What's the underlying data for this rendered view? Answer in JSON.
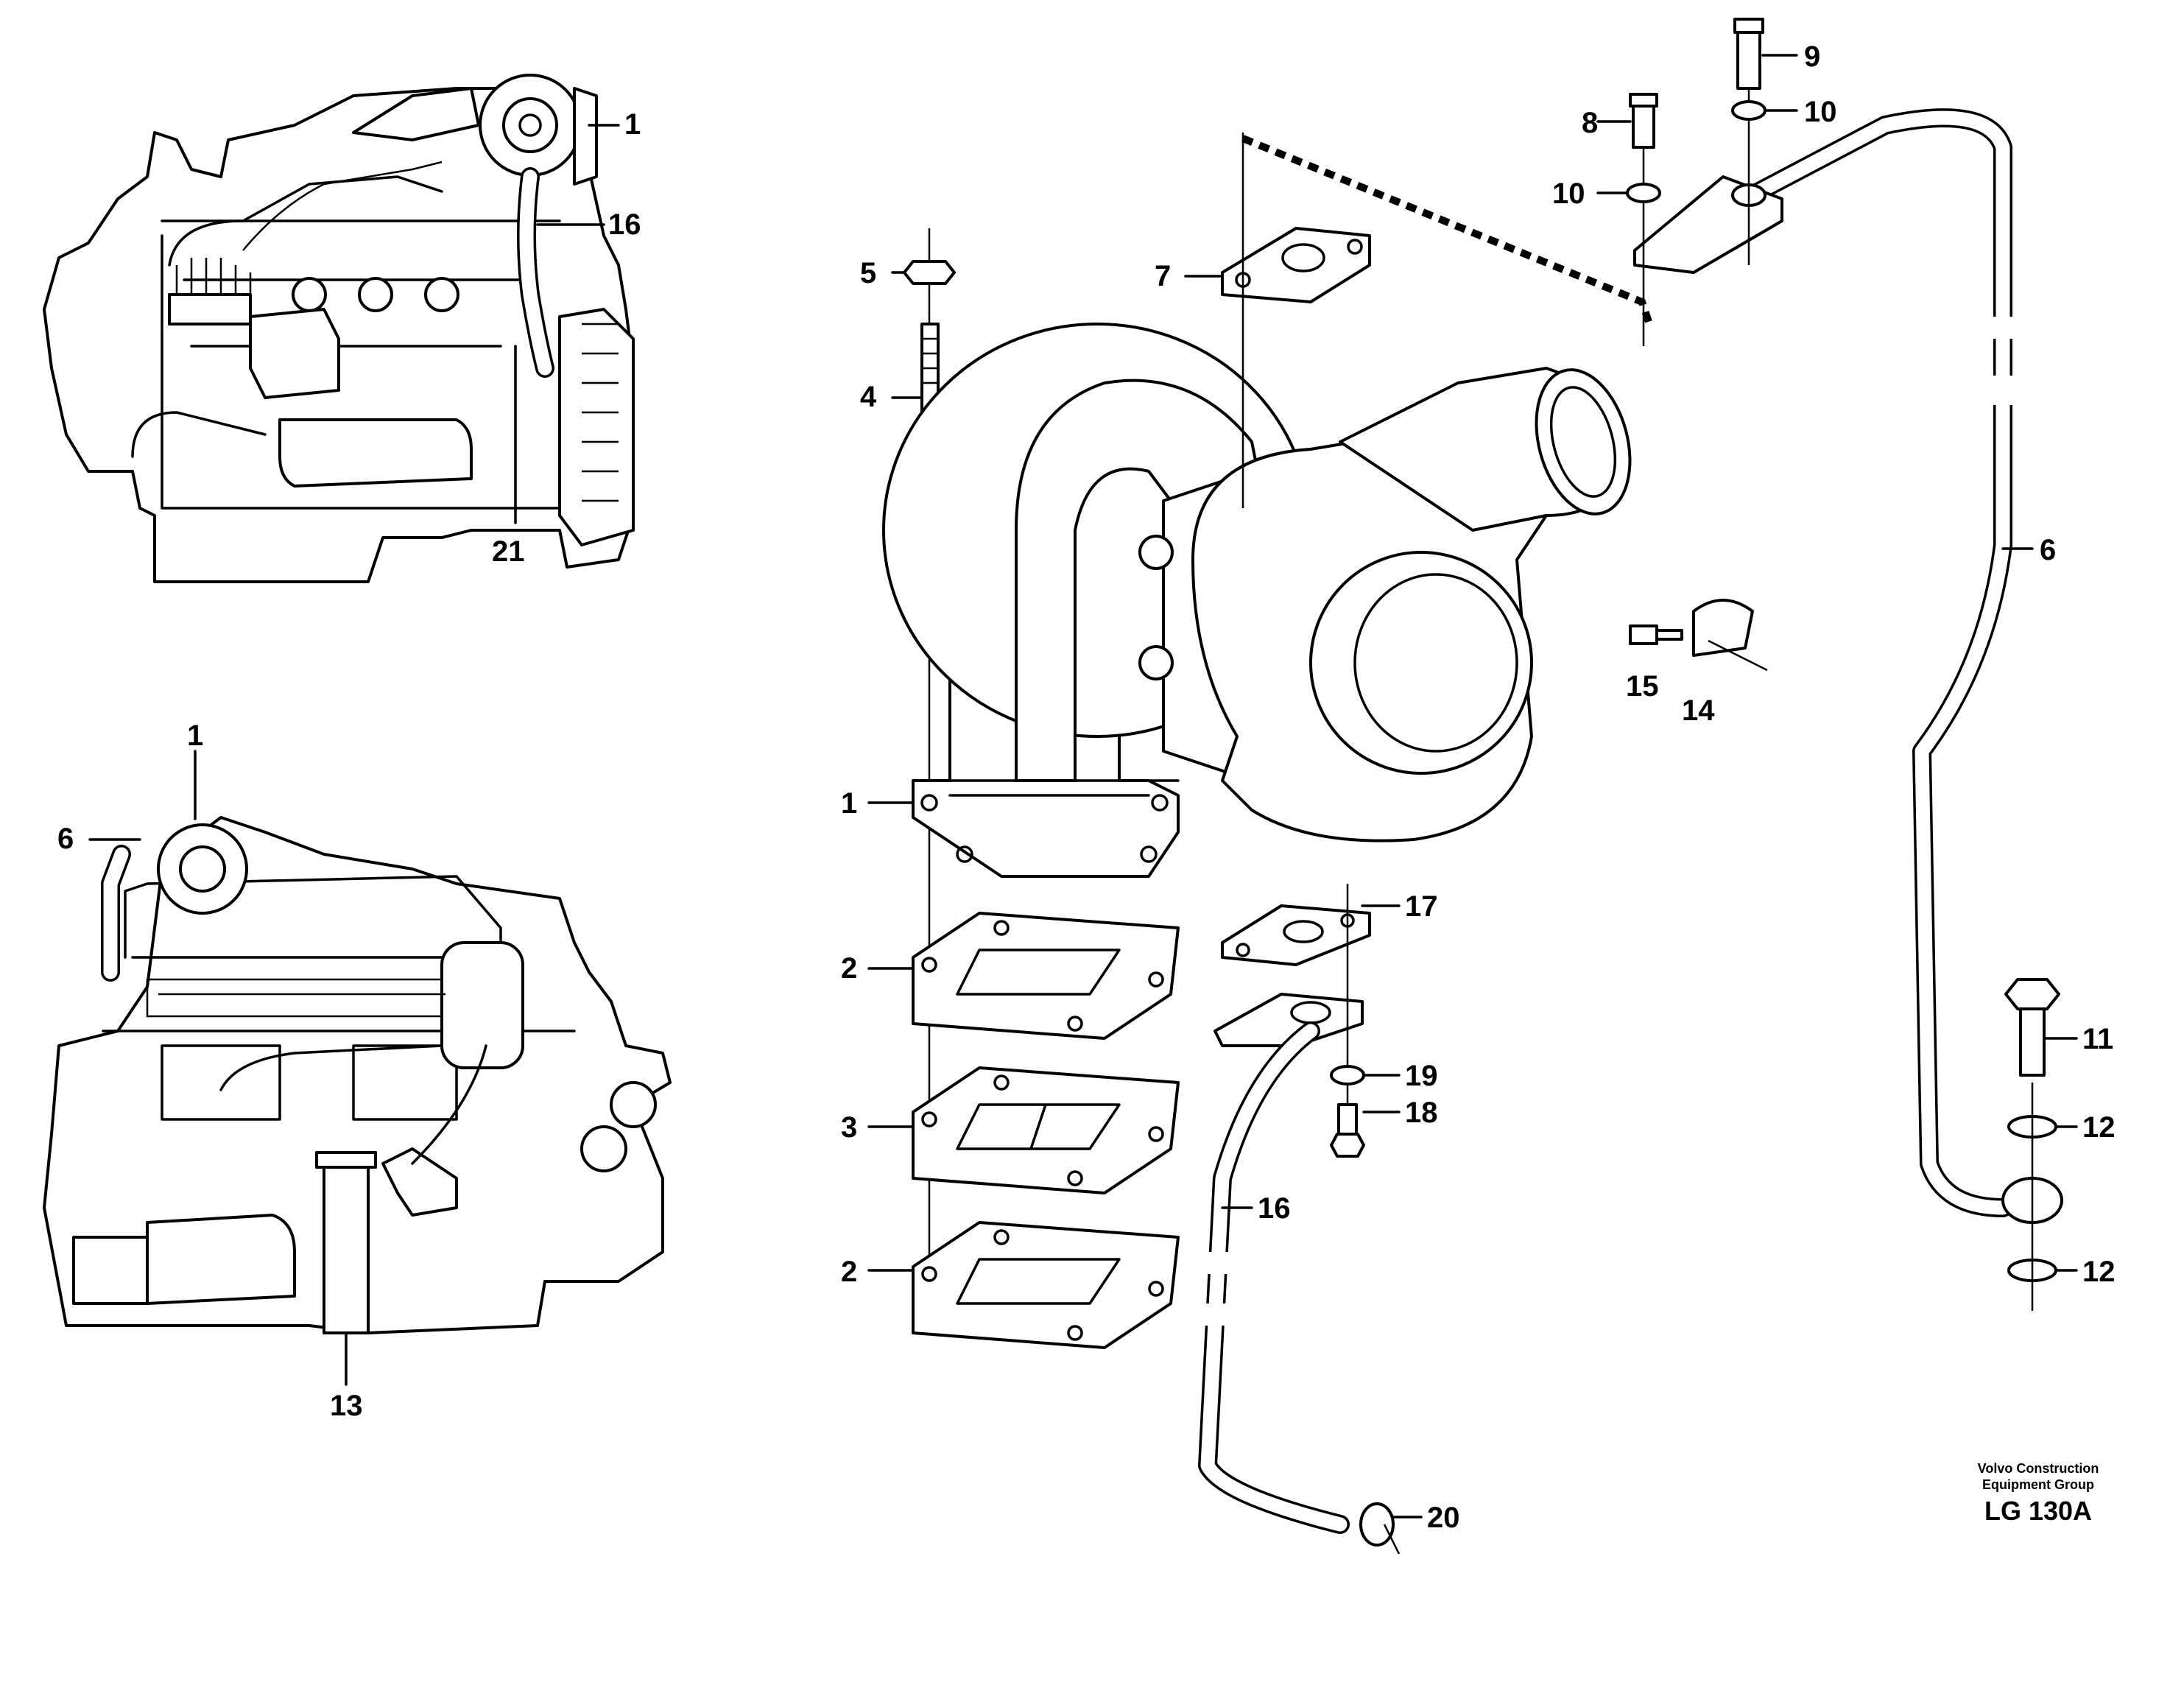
{
  "callouts": {
    "c1_top": "1",
    "c16_top": "16",
    "c21": "21",
    "c1_mid": "1",
    "c6_mid": "6",
    "c13": "13",
    "c5": "5",
    "c4": "4",
    "c7": "7",
    "c1_main": "1",
    "c2_a": "2",
    "c3": "3",
    "c2_b": "2",
    "c8": "8",
    "c9": "9",
    "c10_a": "10",
    "c10_b": "10",
    "c6_main": "6",
    "c15": "15",
    "c14": "14",
    "c17": "17",
    "c19": "19",
    "c18": "18",
    "c16_main": "16",
    "c20": "20",
    "c11": "11",
    "c12_a": "12",
    "c12_b": "12"
  },
  "footer": {
    "company_line1": "Volvo Construction",
    "company_line2": "Equipment Group",
    "drawing_ref": "LG 130A"
  }
}
